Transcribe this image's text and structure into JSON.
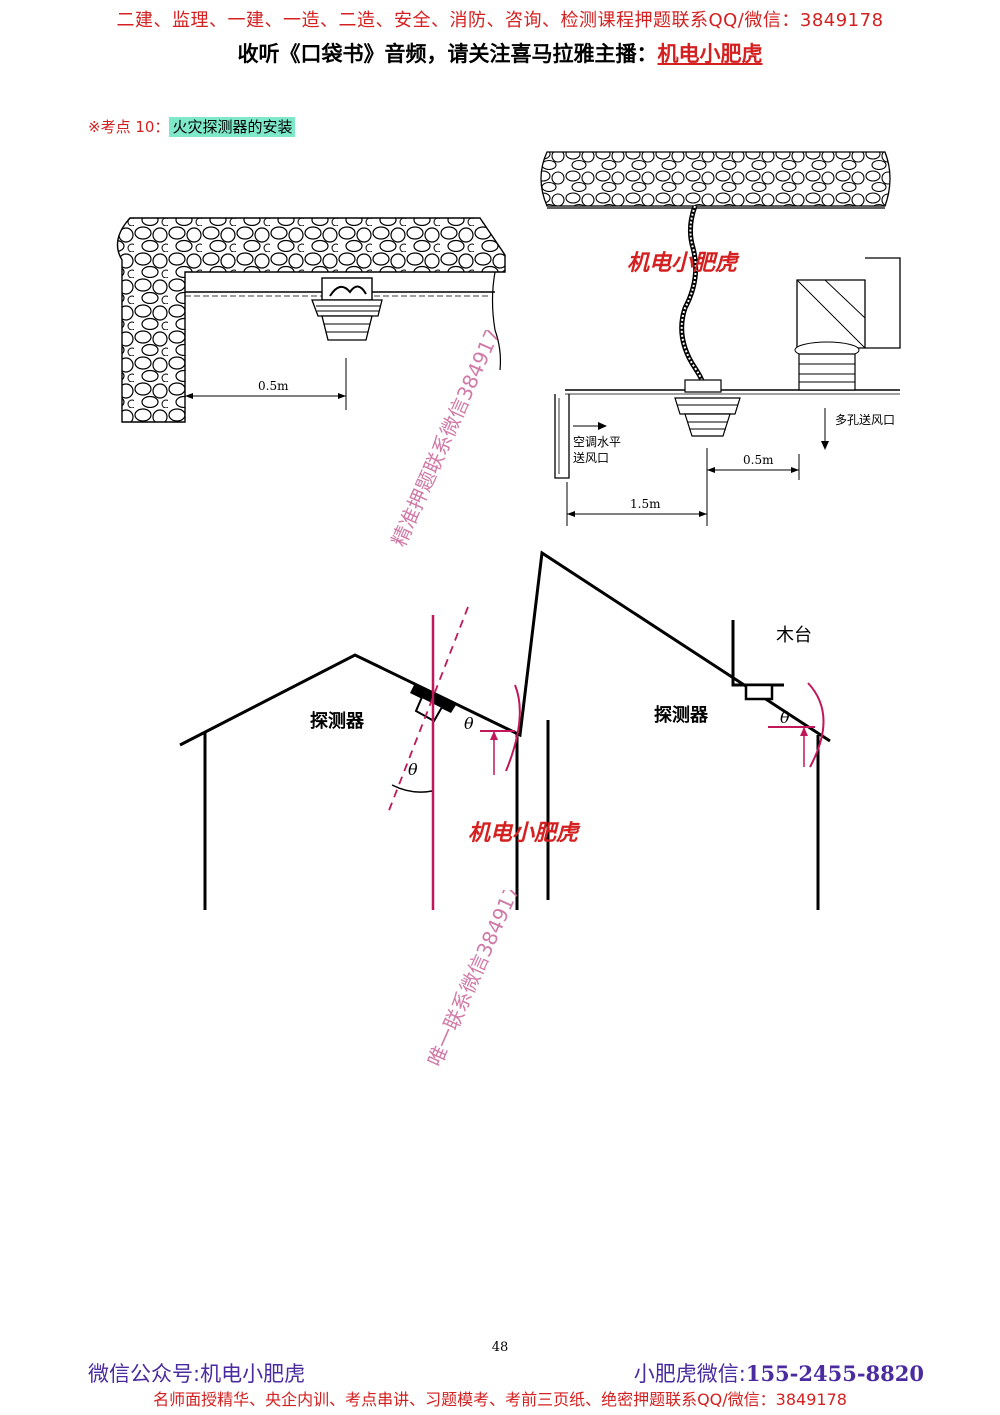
{
  "header": {
    "promo_line": "二建、监理、一建、一造、二造、安全、消防、咨询、检测课程押题联系QQ/微信：3849178",
    "listen_text": "收听《口袋书》音频，请关注喜马拉雅主播：",
    "listen_brand": "机电小肥虎"
  },
  "section": {
    "prefix": "※考点 10：",
    "title": "火灾探测器的安装"
  },
  "figure_top_left": {
    "dim_label": "0.5m"
  },
  "figure_top_right": {
    "brand_stamp": "机电小肥虎",
    "ac_outlet_line1": "空调水平",
    "ac_outlet_line2": "送风口",
    "perforated_outlet": "多孔送风口",
    "dim_small": "0.5m",
    "dim_large": "1.5m"
  },
  "figure_bottom": {
    "detector_left": "探测器",
    "detector_right": "探测器",
    "wood_base": "木台",
    "theta": "θ",
    "brand_stamp": "机电小肥虎"
  },
  "watermarks": {
    "upper": "精准押题联系微信3849178",
    "lower": "唯一联系微信3849178"
  },
  "page_number": "48",
  "footer": {
    "wechat_public_label": "微信公众号:机电小肥虎",
    "wechat_contact_label": "小肥虎微信:",
    "wechat_contact_number": "155-2455-8820",
    "bottom_line": "名师面授精华、央企内训、考点串讲、习题模考、考前三页纸、绝密押题联系QQ/微信：3849178"
  },
  "colors": {
    "accent_red": "#d42020",
    "footer_purple": "#4a2ba0",
    "highlight": "#7ee8c9",
    "angle_magenta": "#c0185a",
    "watermark_pink": "#d07aa8"
  }
}
